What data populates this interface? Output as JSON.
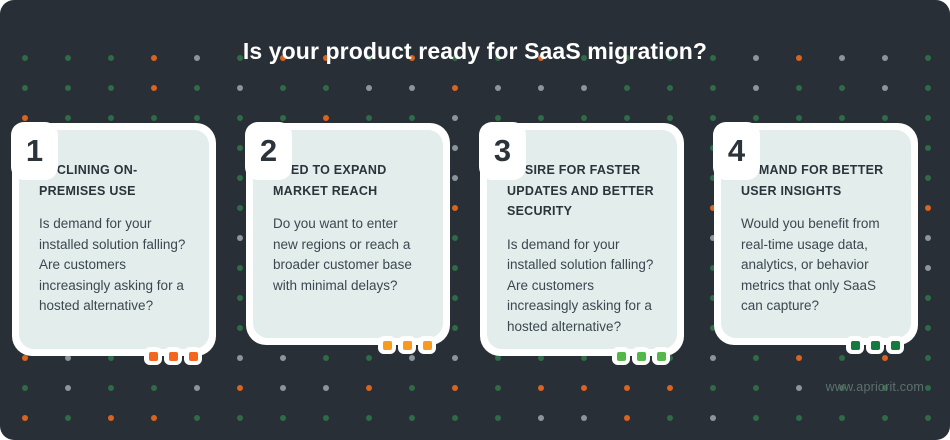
{
  "title": "Is your product ready for SaaS migration?",
  "footer": {
    "url": "www.apriorit.com"
  },
  "theme": {
    "canvas_bg": "#282f36",
    "card_border": "#ffffff",
    "card_bg": "#e2edec",
    "heading_color": "#2b333b",
    "body_color": "#3c4750",
    "title_color": "#ffffff",
    "footer_color": "#5d716f"
  },
  "dot_colors": {
    "green": "#2f6b46",
    "gray": "#8b969a",
    "orange": "#d9641f"
  },
  "cards": [
    {
      "number": "1",
      "heading": "DECLINING ON-PREMISES USE",
      "body": "Is demand for your installed solution falling? Are customers increasingly asking for a hosted alternative?",
      "marker_color": "#f4661e",
      "marker_count": 3
    },
    {
      "number": "2",
      "heading": "NEED TO EXPAND MARKET REACH",
      "body": "Do you want to enter new regions or reach a broader customer base with minimal delays?",
      "marker_color": "#f79a1e",
      "marker_count": 3
    },
    {
      "number": "3",
      "heading": "DESIRE FOR FASTER UPDATES AND BETTER SECURITY",
      "body": "Is demand for your installed solution falling? Are customers increasingly asking for a hosted alternative?",
      "marker_color": "#55b749",
      "marker_count": 3
    },
    {
      "number": "4",
      "heading": "DEMAND FOR BETTER USER INSIGHTS",
      "body": "Would you benefit from real-time usage data, analytics, or behavior metrics that only SaaS can capture?",
      "marker_color": "#147a3d",
      "marker_count": 3
    }
  ]
}
